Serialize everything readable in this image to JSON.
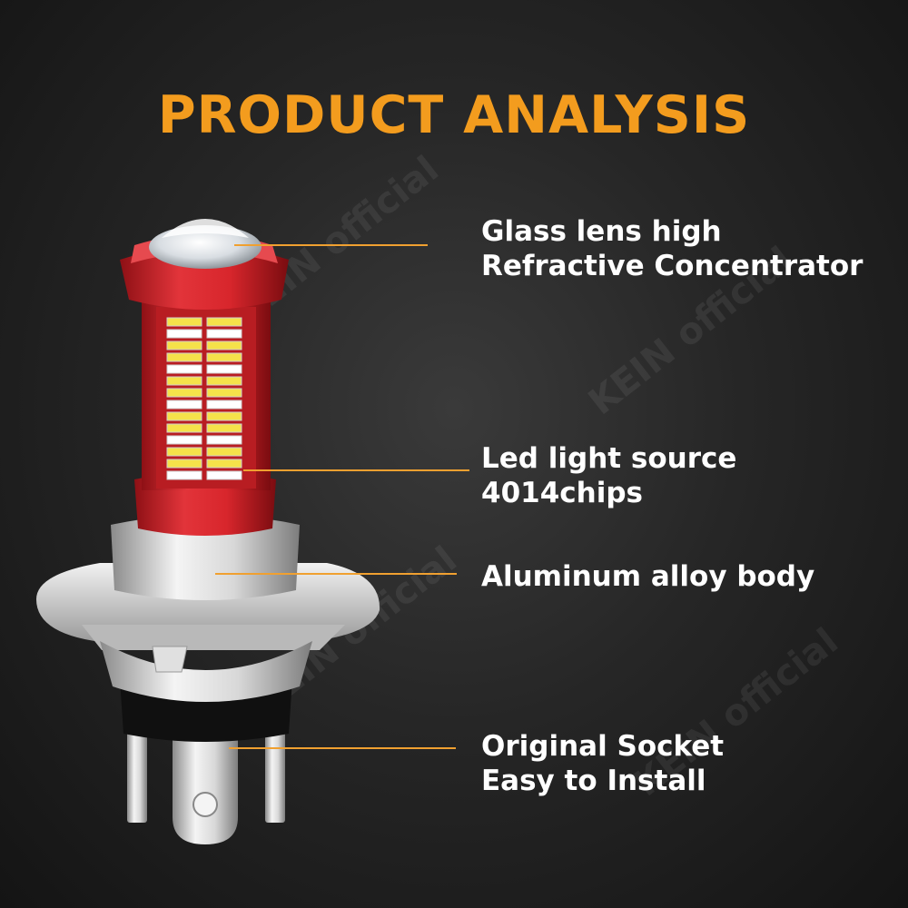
{
  "title": "PRODUCT ANALYSIS",
  "features": [
    {
      "lines": [
        "Glass lens high",
        "Refractive Concentrator"
      ]
    },
    {
      "lines": [
        "Led light source",
        "4014chips"
      ]
    },
    {
      "lines": [
        "Aluminum alloy body"
      ]
    },
    {
      "lines": [
        "Original Socket",
        "Easy to Install"
      ]
    }
  ],
  "watermark": "KEIN official",
  "colors": {
    "title": "#f39c1e",
    "leader": "#f0a030",
    "bulb_red": "#d8262c",
    "led_yellow": "#f5e24a"
  }
}
